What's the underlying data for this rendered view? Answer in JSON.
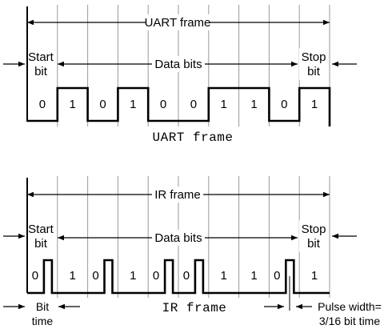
{
  "uart": {
    "frame_label": "UART frame",
    "start_label": [
      "Start",
      "bit"
    ],
    "data_label": "Data bits",
    "stop_label": [
      "Stop",
      "bit"
    ],
    "bits": [
      "0",
      "1",
      "0",
      "1",
      "0",
      "0",
      "1",
      "1",
      "0",
      "1"
    ],
    "caption": "UART frame"
  },
  "ir": {
    "frame_label": "IR frame",
    "start_label": [
      "Start",
      "bit"
    ],
    "data_label": "Data bits",
    "stop_label": [
      "Stop",
      "bit"
    ],
    "bits": [
      "0",
      "1",
      "0",
      "1",
      "0",
      "0",
      "1",
      "1",
      "0",
      "1"
    ],
    "caption": "IR frame",
    "bit_time_label": [
      "Bit",
      "time"
    ],
    "pulse_width_label": [
      "Pulse width=",
      "3/16 bit time"
    ]
  }
}
